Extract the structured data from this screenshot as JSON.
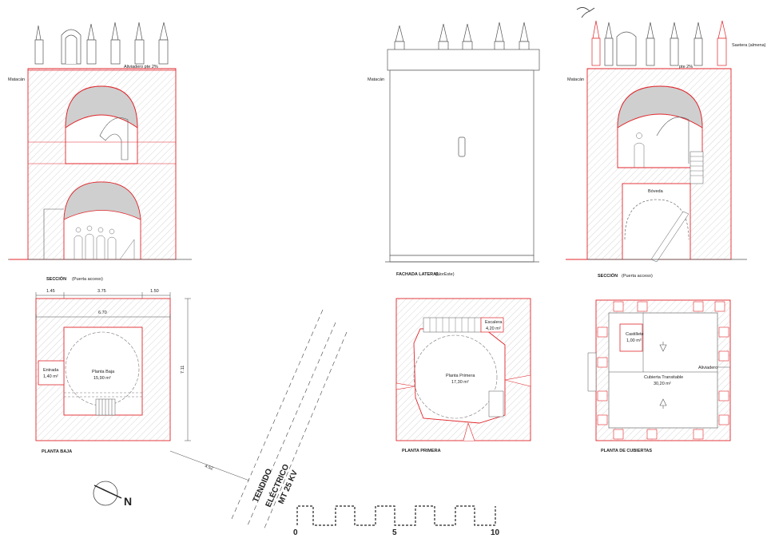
{
  "colors": {
    "cut": "#e0262b",
    "ink": "#333333",
    "hatch": "#bbbbbb",
    "vault": "#cfcfcf"
  },
  "section_left": {
    "title": "SECCIÓN",
    "subtitle": "(Puerta acceso)",
    "slope_label": "Aliviadero pte 2%",
    "matacan_label": "Matacán"
  },
  "facade": {
    "title": "FACHADA LATERAL",
    "subtitle": "(NorEste)",
    "matacan_label": "Matacán"
  },
  "section_right": {
    "title": "SECCIÓN",
    "subtitle": "(Puerta acceso)",
    "slope_label": "pte 2%",
    "matacan_label": "Matacán",
    "saetera_label": "Saetera (almena)",
    "boveda_label": "Bóveda"
  },
  "plan_ground": {
    "title": "PLANTA BAJA",
    "dims_top": [
      "1.45",
      "3.75",
      "1.50"
    ],
    "dim_total": "6.70",
    "dim_side": "7.11",
    "entrada_name": "Entrada",
    "entrada_area": "1,40 m²",
    "room_name": "Planta Baja",
    "room_area": "15,90 m²",
    "dim_diag": "4.52"
  },
  "plan_first": {
    "title": "PLANTA PRIMERA",
    "stair_name": "Escalera",
    "stair_area": "4,20 m²",
    "room_name": "Planta Primera",
    "room_area": "17,30 m²"
  },
  "plan_roof": {
    "title": "PLANTA DE CUBIERTAS",
    "castillete_name": "Castillete",
    "castillete_area": "1,00 m²",
    "roof_name": "Cubierta Transitable",
    "roof_area": "30,20 m²",
    "aliviadero_label": "Aliviadero"
  },
  "power_line": {
    "line1": "TENDIDO",
    "line2": "ELÉCTRICO",
    "line3": "MT 25 KV"
  },
  "north": {
    "label": "N"
  },
  "scale": {
    "labels": [
      "0",
      "5",
      "10"
    ]
  }
}
